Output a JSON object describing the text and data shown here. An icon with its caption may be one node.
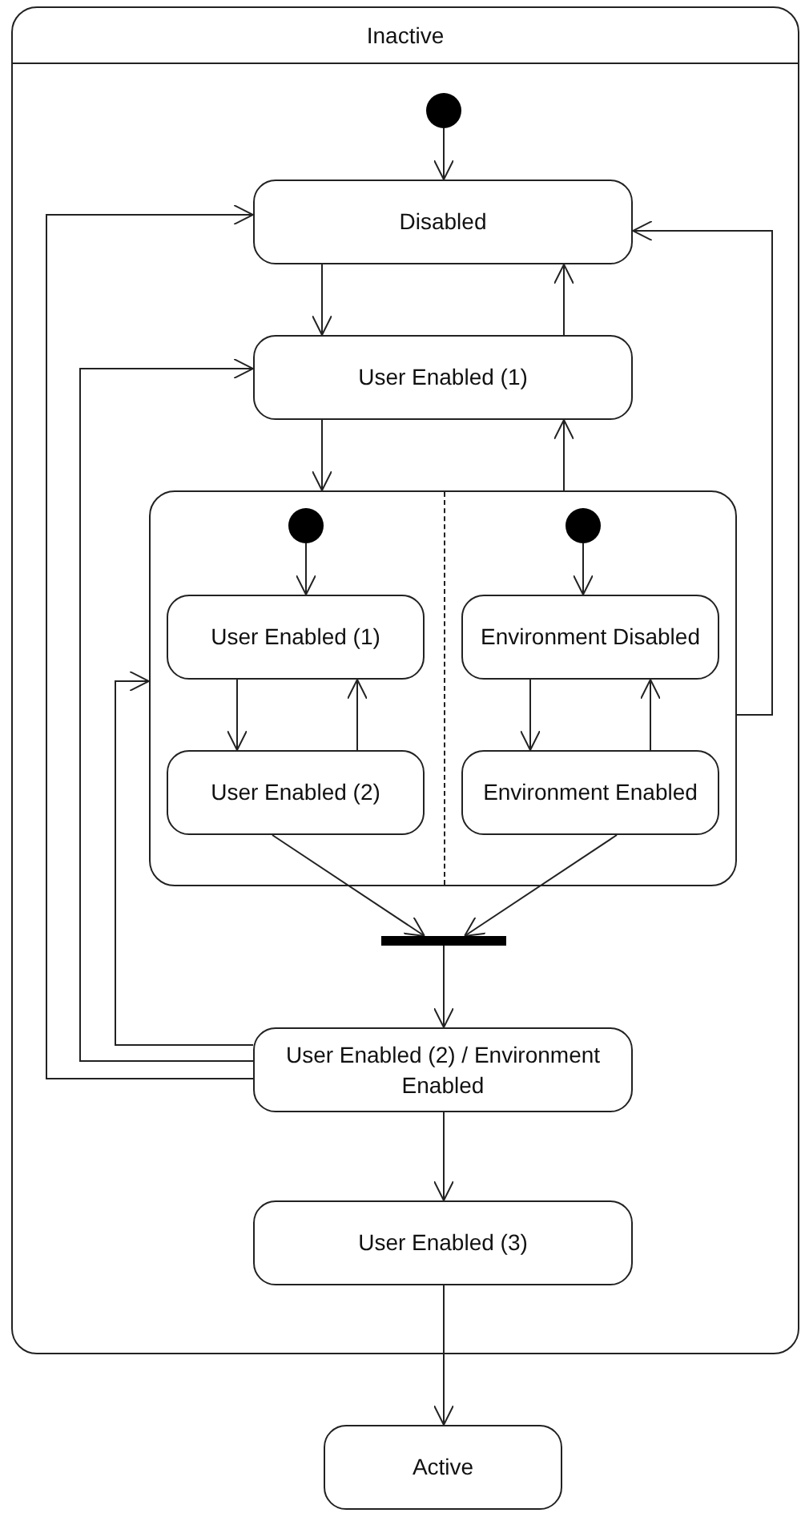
{
  "diagram": {
    "nodes": [
      {
        "text": [
          "Inactive"
        ]
      },
      {
        "text": [],
        "shape": "circle",
        "in": 0
      },
      {
        "text": [
          "Disabled"
        ],
        "in": 0
      },
      {
        "text": [
          "User Enabled (1)"
        ],
        "in": 0
      },
      {
        "text": [],
        "shape": "box",
        "in": 0
      },
      {
        "text": [],
        "shape": "circle",
        "in": 4
      },
      {
        "text": [],
        "shape": "circle",
        "in": 4
      },
      {
        "text": [
          "User Enabled (1)"
        ],
        "in": 4
      },
      {
        "text": [
          "Environment Disabled"
        ],
        "in": 4
      },
      {
        "text": [
          "User Enabled (2)"
        ],
        "in": 4
      },
      {
        "text": [
          "Environment Enabled"
        ],
        "in": 4
      },
      {
        "text": [],
        "shape": "bar",
        "in": 0
      },
      {
        "text": [
          "User Enabled (2) / Environment Enabled"
        ],
        "in": 0
      },
      {
        "text": [
          "User Enabled (3)"
        ],
        "in": 0
      },
      {
        "text": [
          "Active"
        ]
      }
    ],
    "edges": [
      {
        "from": 1,
        "to": 2,
        "arrow": "to"
      },
      {
        "from": 2,
        "to": 3,
        "arrow": "to"
      },
      {
        "from": 3,
        "to": 2,
        "arrow": "to"
      },
      {
        "from": 3,
        "to": 4,
        "arrow": "to"
      },
      {
        "from": 4,
        "to": 3,
        "arrow": "to"
      },
      {
        "from": 4,
        "to": 2,
        "arrow": "to"
      },
      {
        "from": 5,
        "to": 7,
        "arrow": "to"
      },
      {
        "from": 6,
        "to": 8,
        "arrow": "to"
      },
      {
        "from": 7,
        "to": 9,
        "arrow": "to"
      },
      {
        "from": 9,
        "to": 7,
        "arrow": "to"
      },
      {
        "from": 8,
        "to": 10,
        "arrow": "to"
      },
      {
        "from": 10,
        "to": 8,
        "arrow": "to"
      },
      {
        "from": 9,
        "to": 11,
        "arrow": "to"
      },
      {
        "from": 10,
        "to": 11,
        "arrow": "to"
      },
      {
        "from": 11,
        "to": 12,
        "arrow": "to"
      },
      {
        "from": 12,
        "to": 2,
        "arrow": "to"
      },
      {
        "from": 12,
        "to": 3,
        "arrow": "to"
      },
      {
        "from": 12,
        "to": 4,
        "arrow": "to"
      },
      {
        "from": 12,
        "to": 13,
        "arrow": "to"
      },
      {
        "from": 13,
        "to": 14,
        "arrow": "to"
      }
    ]
  }
}
